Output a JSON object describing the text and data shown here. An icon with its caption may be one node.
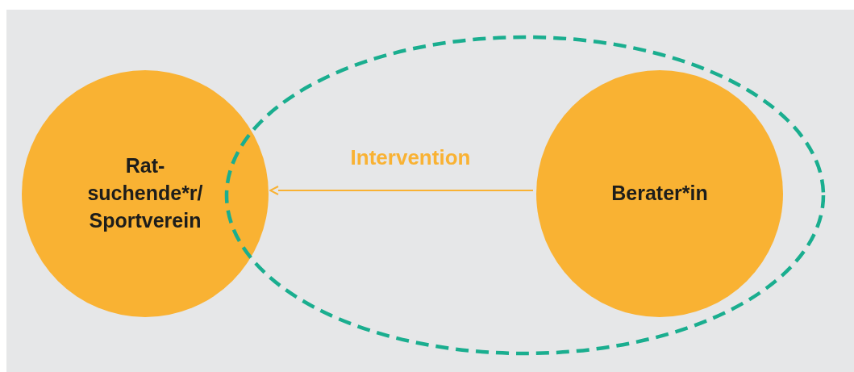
{
  "diagram": {
    "nodes": [
      {
        "text": [
          "Rat- suchende*r/ Sportverein"
        ]
      },
      {
        "text": [
          "Berater*in"
        ],
        "in": 2
      },
      {
        "text": [],
        "shape": "ellipse"
      }
    ],
    "edges": [
      {
        "from": 1,
        "to": 0,
        "arrow": "to",
        "label": "Intervention"
      }
    ]
  }
}
